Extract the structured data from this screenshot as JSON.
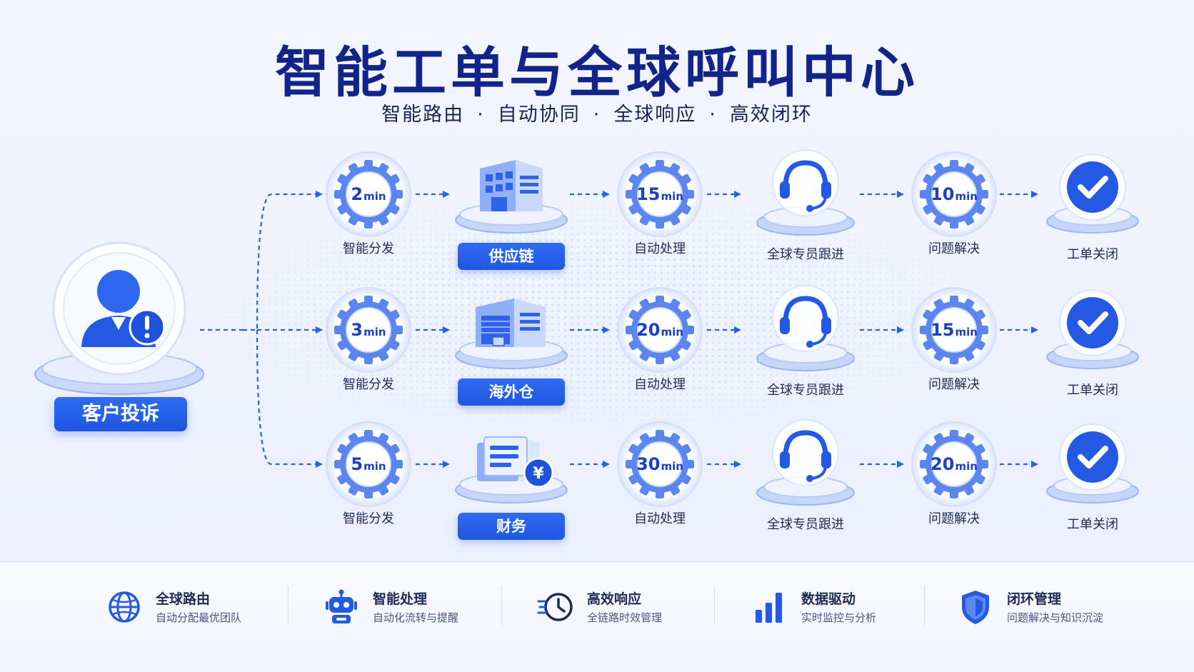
{
  "title": "智能工单与全球呼叫中心",
  "subtitle": [
    "智能路由",
    "自动协同",
    "全球响应",
    "高效闭环"
  ],
  "subtitle_separator": "·",
  "start": {
    "label": "客户投诉",
    "icon": "complaint-user-icon"
  },
  "colors": {
    "primary": "#1f56e2",
    "title": "#12248a",
    "gear": "#5b86ee",
    "text": "#1f2b55"
  },
  "rows": [
    {
      "dispatch": {
        "value": "2",
        "unit": "min",
        "label": "智能分发"
      },
      "department": {
        "label": "供应链",
        "icon": "supply-chain-building-icon"
      },
      "process": {
        "value": "15",
        "unit": "min",
        "label": "自动处理"
      },
      "followup": {
        "label": "全球专员跟进",
        "icon": "headset-icon"
      },
      "resolve": {
        "value": "10",
        "unit": "min",
        "label": "问题解决"
      },
      "close": {
        "label": "工单关闭",
        "icon": "check-circle-icon"
      }
    },
    {
      "dispatch": {
        "value": "3",
        "unit": "min",
        "label": "智能分发"
      },
      "department": {
        "label": "海外仓",
        "icon": "warehouse-icon"
      },
      "process": {
        "value": "20",
        "unit": "min",
        "label": "自动处理"
      },
      "followup": {
        "label": "全球专员跟进",
        "icon": "headset-icon"
      },
      "resolve": {
        "value": "15",
        "unit": "min",
        "label": "问题解决"
      },
      "close": {
        "label": "工单关闭",
        "icon": "check-circle-icon"
      }
    },
    {
      "dispatch": {
        "value": "5",
        "unit": "min",
        "label": "智能分发"
      },
      "department": {
        "label": "财务",
        "icon": "finance-document-icon",
        "badge": "¥"
      },
      "process": {
        "value": "30",
        "unit": "min",
        "label": "自动处理"
      },
      "followup": {
        "label": "全球专员跟进",
        "icon": "headset-icon"
      },
      "resolve": {
        "value": "20",
        "unit": "min",
        "label": "问题解决"
      },
      "close": {
        "label": "工单关闭",
        "icon": "check-circle-icon"
      }
    }
  ],
  "features": [
    {
      "title": "全球路由",
      "desc": "自动分配最优团队",
      "icon": "globe-icon"
    },
    {
      "title": "智能处理",
      "desc": "自动化流转与提醒",
      "icon": "robot-icon"
    },
    {
      "title": "高效响应",
      "desc": "全链路时效管理",
      "icon": "clock-speed-icon"
    },
    {
      "title": "数据驱动",
      "desc": "实时监控与分析",
      "icon": "bar-chart-icon"
    },
    {
      "title": "闭环管理",
      "desc": "问题解决与知识沉淀",
      "icon": "shield-check-icon"
    }
  ]
}
